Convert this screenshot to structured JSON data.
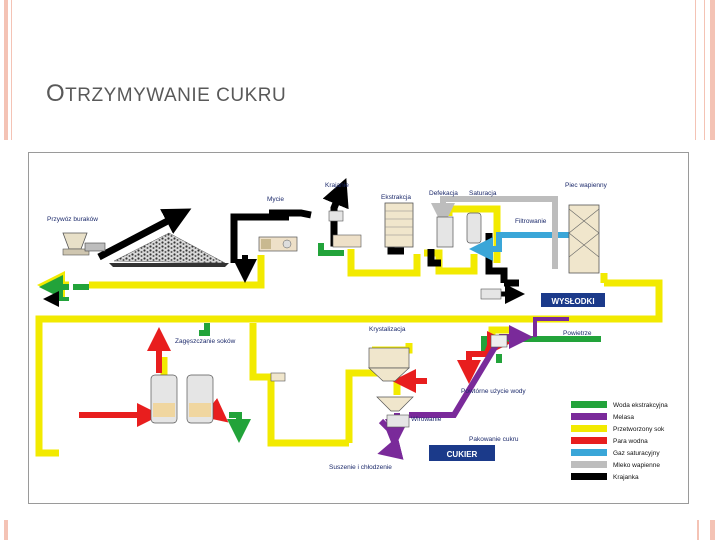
{
  "slide": {
    "title_first": "O",
    "title_rest": "TRZYMYWANIE CUKRU"
  },
  "diagram": {
    "labels": {
      "przywoz": "Przywóz buraków",
      "mycie": "Mycie",
      "krajanie": "Krajanie",
      "ekstrakcja": "Ekstrakcja",
      "defekacja": "Defekacja",
      "saturacja": "Saturacja",
      "piec": "Piec wapienny",
      "filtrowanie": "Filtrowanie",
      "krystalizacja": "Krystalizacja",
      "powietrze": "Powietrze",
      "zageszczanie": "Zagęszczanie soków",
      "powtorne": "Powtórne użycie wody",
      "wirowanie": "Wirowanie",
      "pakowanie": "Pakowanie cukru",
      "suszenie": "Suszenie i chłodzenie"
    },
    "wyslodki": "WYSŁODKI",
    "cukier": "CUKIER",
    "legend": [
      {
        "label": "Woda ekstrakcyjna",
        "color": "#22a33a"
      },
      {
        "label": "Melasa",
        "color": "#7a2a9a"
      },
      {
        "label": "Przetworzony sok",
        "color": "#f2ea00"
      },
      {
        "label": "Para wodna",
        "color": "#e81e1e"
      },
      {
        "label": "Gaz saturacyjny",
        "color": "#3aa6d8"
      },
      {
        "label": "Mleko wapienne",
        "color": "#bdbdbd"
      },
      {
        "label": "Krajanka",
        "color": "#000000"
      }
    ],
    "colors": {
      "yellow": "#f2ea00",
      "green": "#22a33a",
      "purple": "#7a2a9a",
      "red": "#e81e1e",
      "blue": "#3aa6d8",
      "grey": "#bdbdbd",
      "black": "#000000",
      "navy": "#1b3a8a"
    }
  }
}
